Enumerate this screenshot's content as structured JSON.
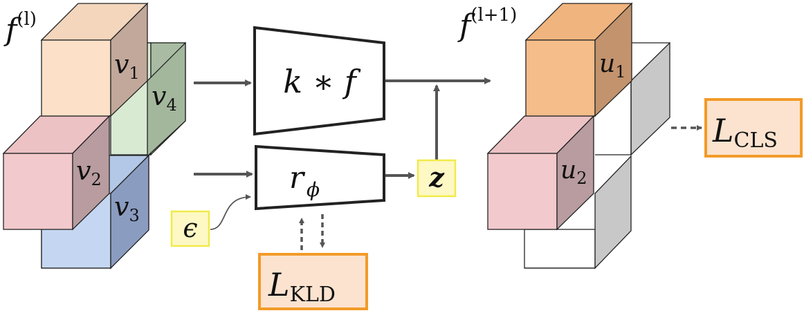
{
  "diagram": {
    "input_label": {
      "base": "f",
      "sup": "(l)"
    },
    "output_label": {
      "base": "f",
      "sup": "(l+1)"
    },
    "input_cubes": [
      {
        "label": "v",
        "sub": "1",
        "color": "#fce0c7"
      },
      {
        "label": "v",
        "sub": "4",
        "color": "#d9ead3"
      },
      {
        "label": "v",
        "sub": "2",
        "color": "#f2c9cc"
      },
      {
        "label": "v",
        "sub": "3",
        "color": "#c4d6f1"
      }
    ],
    "output_cubes": [
      {
        "label": "u",
        "sub": "1",
        "color": "#f4bd8a"
      },
      {
        "label": "u",
        "sub": "2",
        "color": "#f2c9cc"
      }
    ],
    "conv_block": {
      "label": "k ∗ f"
    },
    "r_block": {
      "base": "r",
      "sub": "ϕ"
    },
    "noise": {
      "label": "ϵ"
    },
    "latent": {
      "label": "z"
    },
    "loss_kld": {
      "base": "L",
      "sub": "KLD"
    },
    "loss_cls": {
      "base": "L",
      "sub": "CLS"
    },
    "colors": {
      "loss_border": "#f39a28",
      "loss_fill": "#fbe3cf",
      "highlight_border": "#f2ea4a",
      "highlight_fill": "#fdf8c4",
      "arrow": "#555555"
    }
  }
}
